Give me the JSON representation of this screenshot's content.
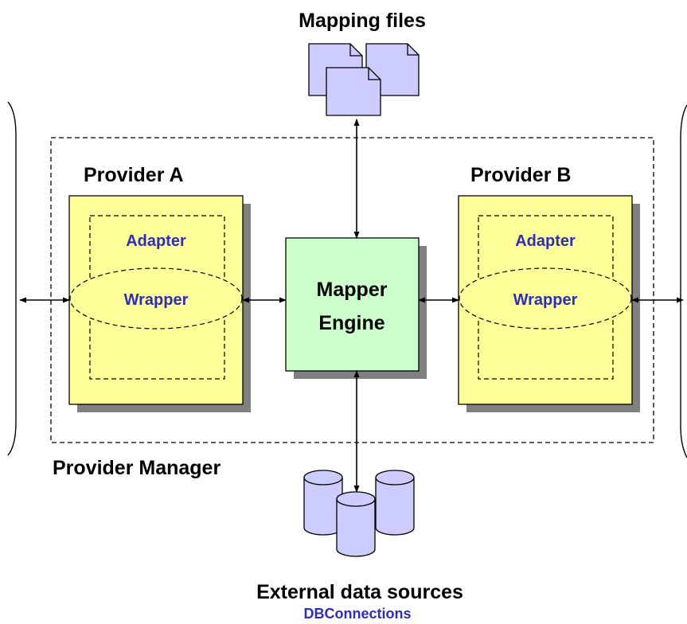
{
  "mapping_files_label": "Mapping files",
  "provider_a": {
    "title": "Provider A",
    "adapter": "Adapter",
    "wrapper": "Wrapper"
  },
  "provider_b": {
    "title": "Provider B",
    "adapter": "Adapter",
    "wrapper": "Wrapper"
  },
  "mapper_engine": {
    "line1": "Mapper",
    "line2": "Engine"
  },
  "provider_manager_label": "Provider Manager",
  "external_sources_label": "External data sources",
  "db_connections_label": "DBConnections",
  "colors": {
    "provider_fill": "#ffff99",
    "engine_fill": "#ccffcc",
    "document_fill": "#ccccff",
    "cylinder_fill": "#ccccff",
    "shadow": "#808080",
    "blue_text": "#2e2eb8"
  }
}
